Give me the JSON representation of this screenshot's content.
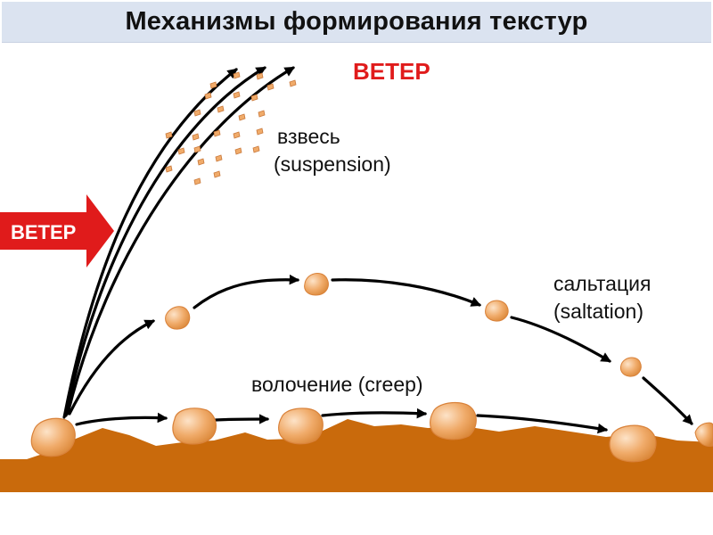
{
  "title": "Механизмы формирования текстур",
  "labels": {
    "wind_top": "ВЕТЕР",
    "wind_left": "ВЕТЕР",
    "suspension_ru": "взвесь",
    "suspension_en": "(suspension)",
    "saltation_ru": "сальтация",
    "saltation_en": "(saltation)",
    "creep": "волочение (creep)"
  },
  "colors": {
    "ground": "#c96a0c",
    "pebble": "#f0ab6a",
    "wind_arrow": "#e01b1b",
    "title_bg": "#dbe3f0"
  }
}
